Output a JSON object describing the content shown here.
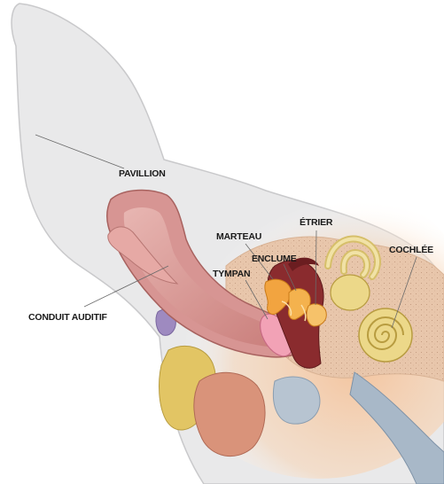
{
  "labels": {
    "pavillion": "PAVILLION",
    "conduit_auditif": "CONDUIT AUDITIF",
    "marteau": "MARTEAU",
    "enclume": "ENCLUME",
    "etrier": "ÉTRIER",
    "tympan": "TYMPAN",
    "cochlee": "COCHLÉE"
  },
  "colors": {
    "pinna": "#e9e9ea",
    "pinna_outline": "#c9c9cb",
    "canal_wall": "#d79593",
    "canal_inner": "#b0605e",
    "tympan": "#f2a2b6",
    "ossicles": "#f2a440",
    "dark_tissue": "#8a2b2e",
    "cochlea": "#ecd889",
    "bone": "#e9cbb0",
    "gland_yellow": "#e2c564",
    "tissue_orange": "#d9937a",
    "blue_structure": "#a8b8c8"
  }
}
